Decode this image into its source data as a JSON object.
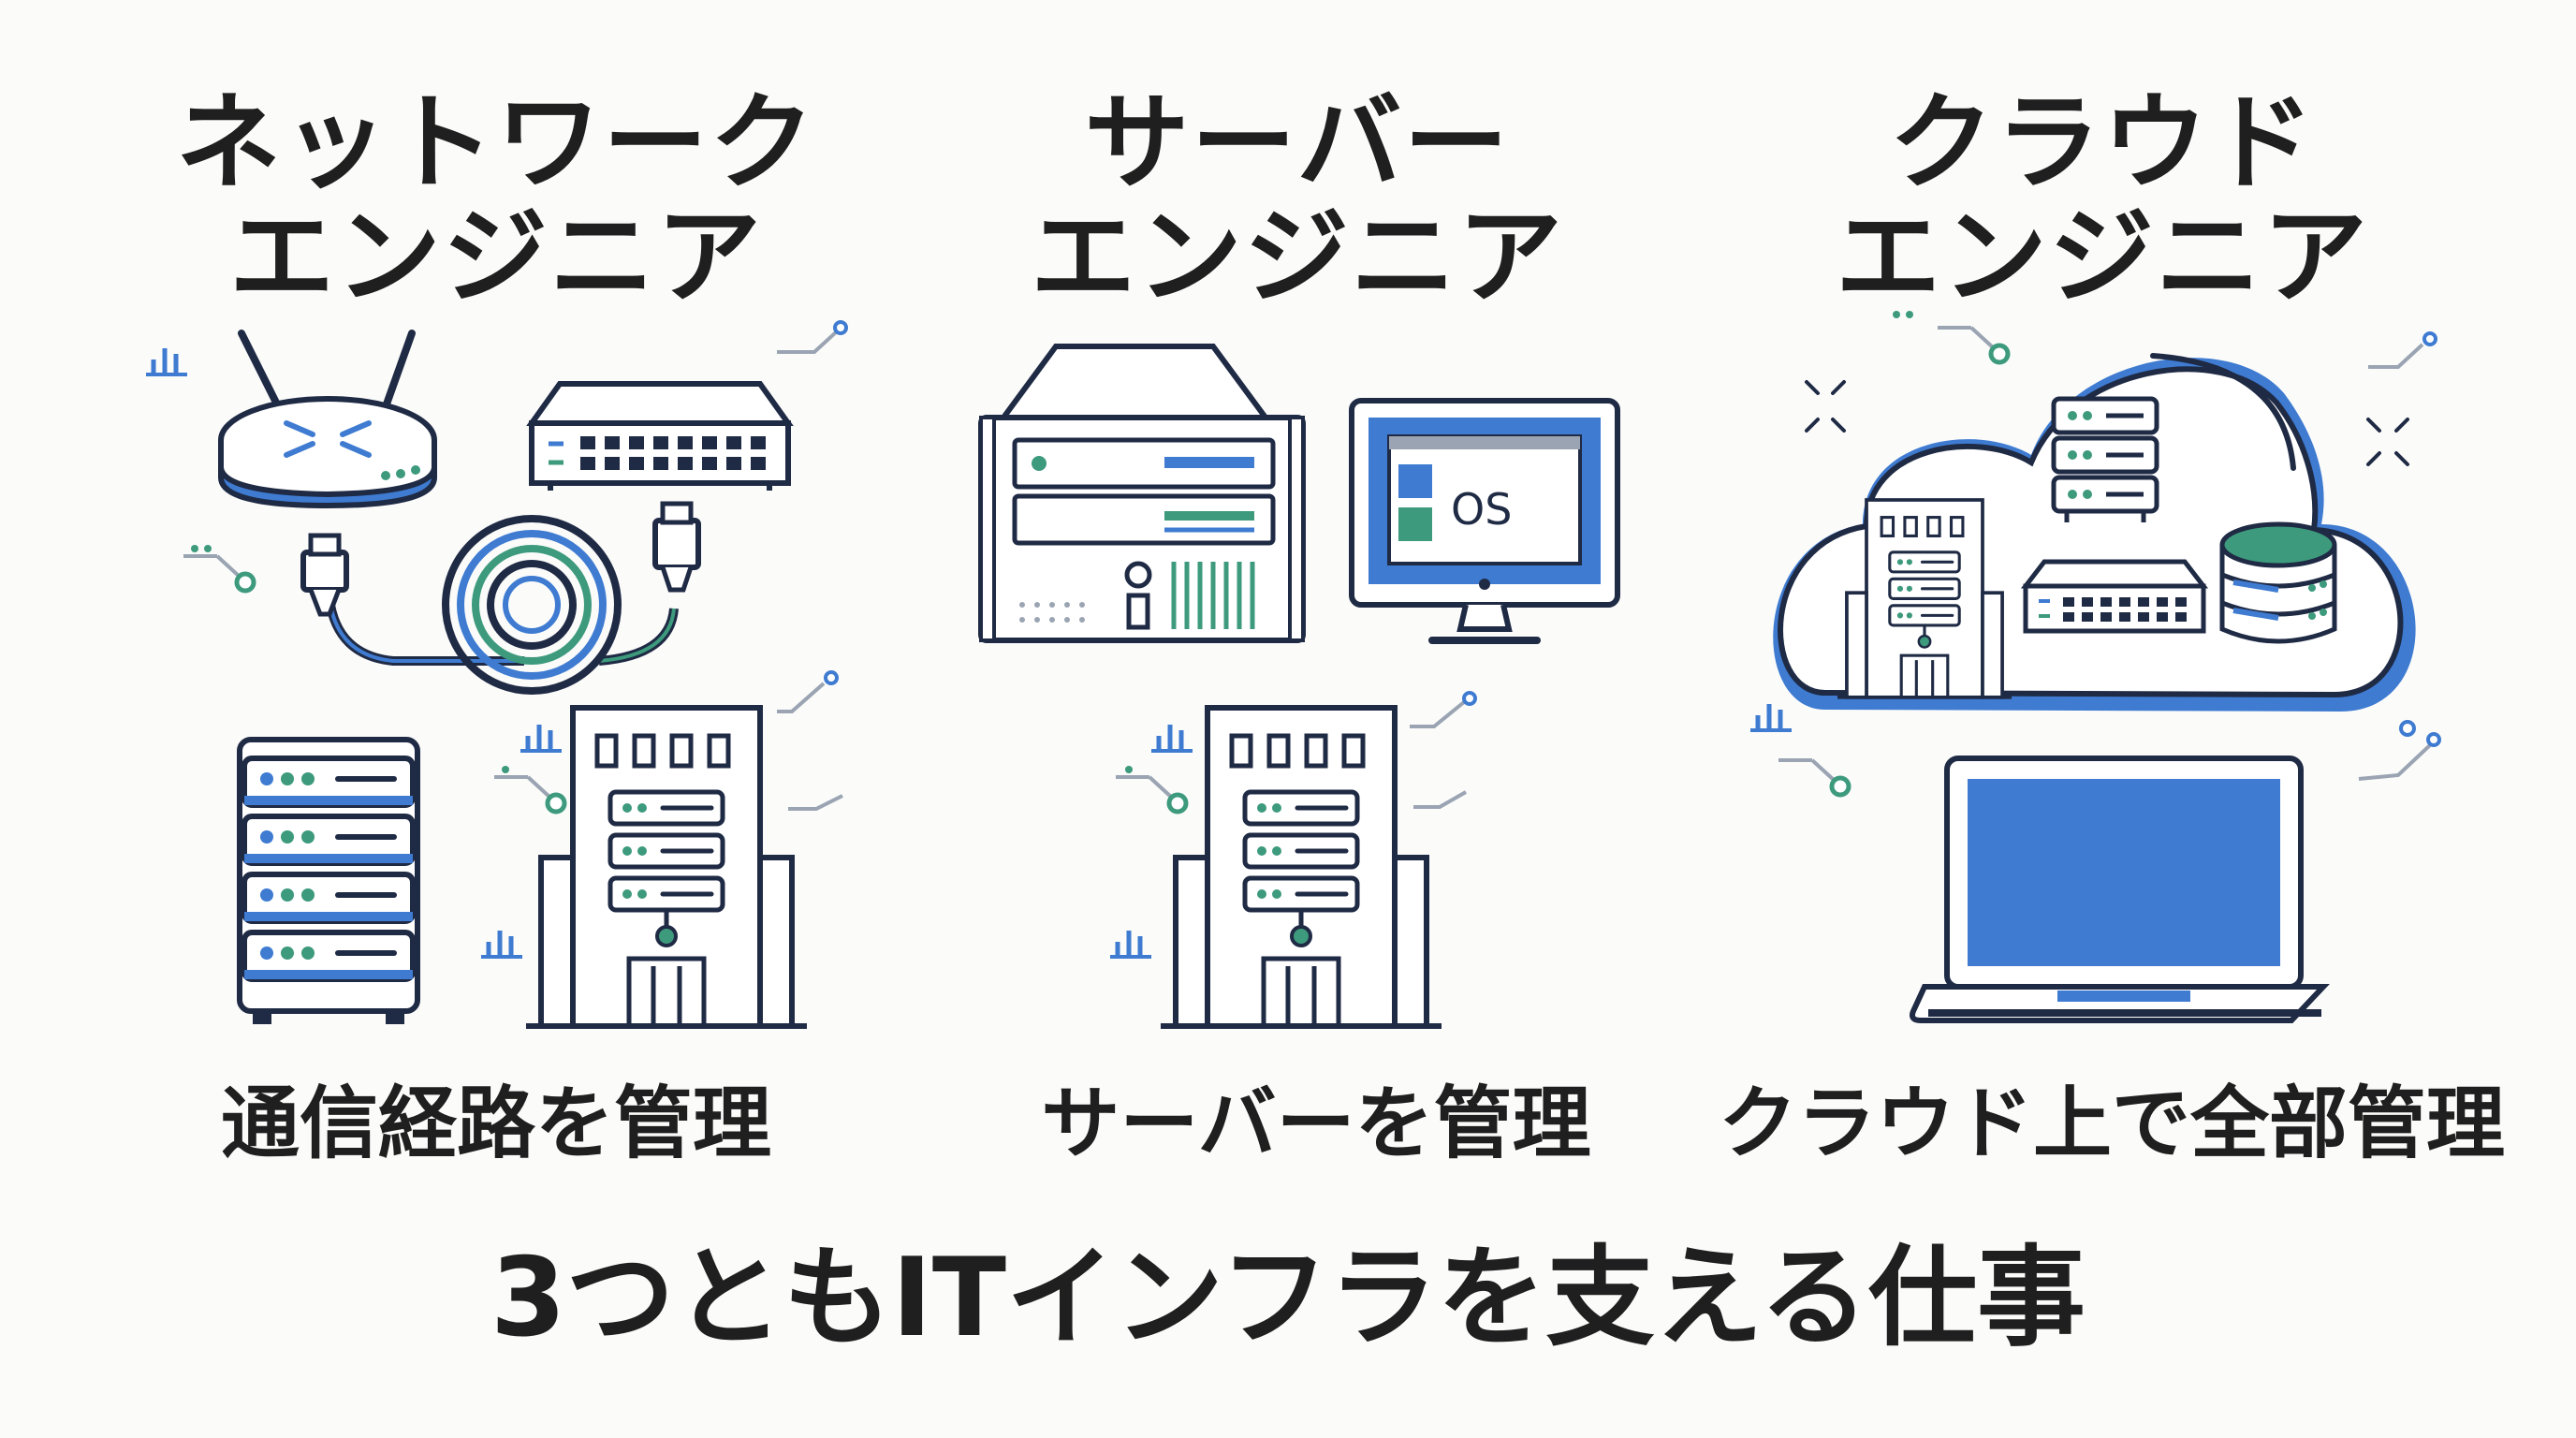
{
  "columns": [
    {
      "id": "network",
      "title_line1": "ネットワーク",
      "title_line2": "エンジニア",
      "caption": "通信経路を管理"
    },
    {
      "id": "server",
      "title_line1": "サーバー",
      "title_line2": "エンジニア",
      "caption": "サーバーを管理"
    },
    {
      "id": "cloud",
      "title_line1": "クラウド",
      "title_line2": "エンジニア",
      "caption": "クラウド上で全部管理"
    }
  ],
  "monitor_label": "OS",
  "footer": "3つともITインフラを支える仕事",
  "colors": {
    "ink": "#1f2a44",
    "blue": "#3e7bd1",
    "green": "#3d9a7c",
    "gray": "#9aa4b2",
    "text": "#1f1f1f"
  },
  "icons": [
    "wireless-router-icon",
    "network-switch-icon",
    "ethernet-cable-icon",
    "server-rack-icon",
    "data-center-building-icon",
    "server-chassis-icon",
    "monitor-icon",
    "cloud-icon",
    "database-icon",
    "laptop-icon",
    "signal-bars-icon",
    "circuit-node-icon",
    "sparkle-icon"
  ]
}
